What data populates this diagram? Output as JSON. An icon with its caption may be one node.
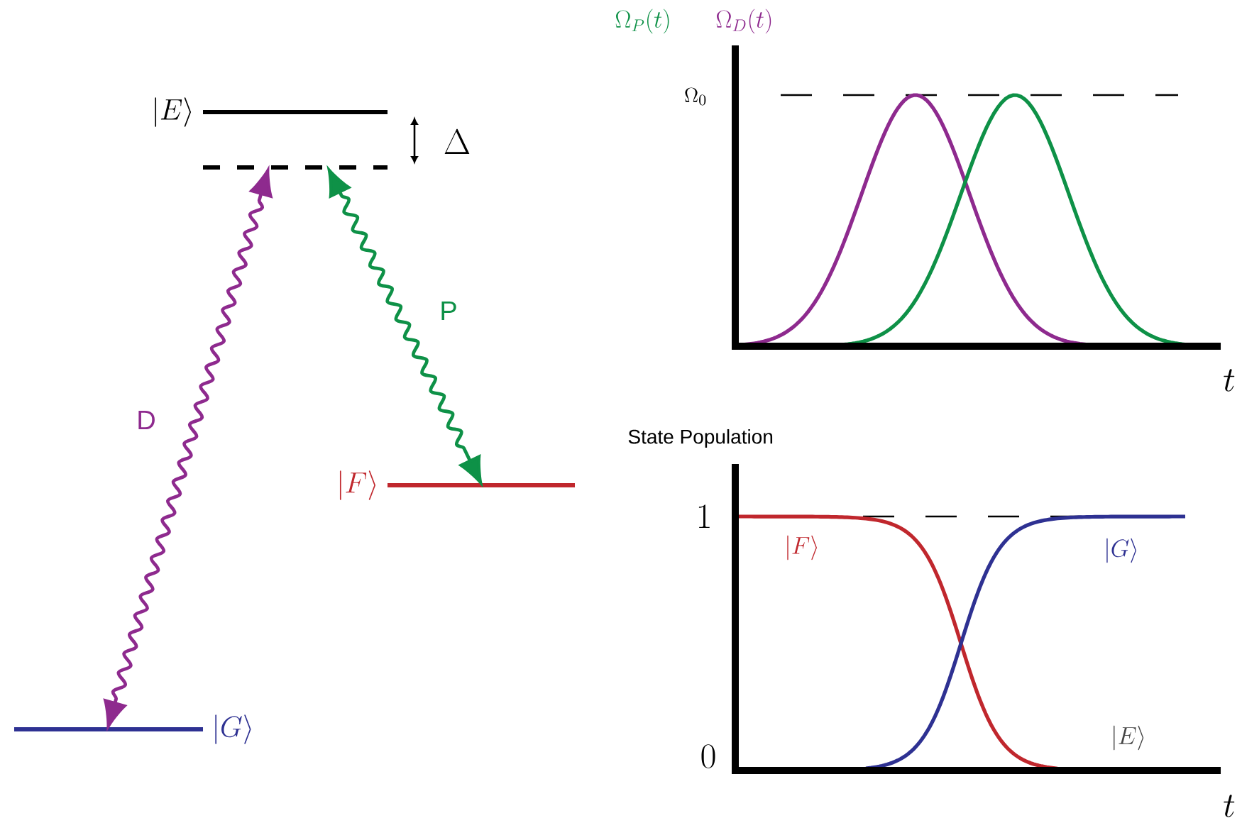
{
  "diagram": {
    "nodes": [
      {
        "text": [
          "|E\\rangle"
        ]
      },
      {
        "text": [],
        "shape": "bar"
      },
      {
        "text": [
          "|F\\rangle"
        ]
      },
      {
        "text": [
          "|G\\rangle"
        ]
      }
    ],
    "edges": [
      {
        "from": 3,
        "to": 1,
        "arrow": "both",
        "label": "D",
        "color": "#8e2a8e"
      },
      {
        "from": 1,
        "to": 2,
        "arrow": "both",
        "label": "P",
        "color": "#0e9147"
      }
    ],
    "labels": [
      "\\Omega_P(t)",
      "\\Omega_D(t)",
      "\\Delta",
      "\\Omega_0",
      "t",
      "State Population",
      "1",
      "|F\\rangle",
      "|G\\rangle",
      "|E\\rangle",
      "0",
      "t"
    ]
  }
}
